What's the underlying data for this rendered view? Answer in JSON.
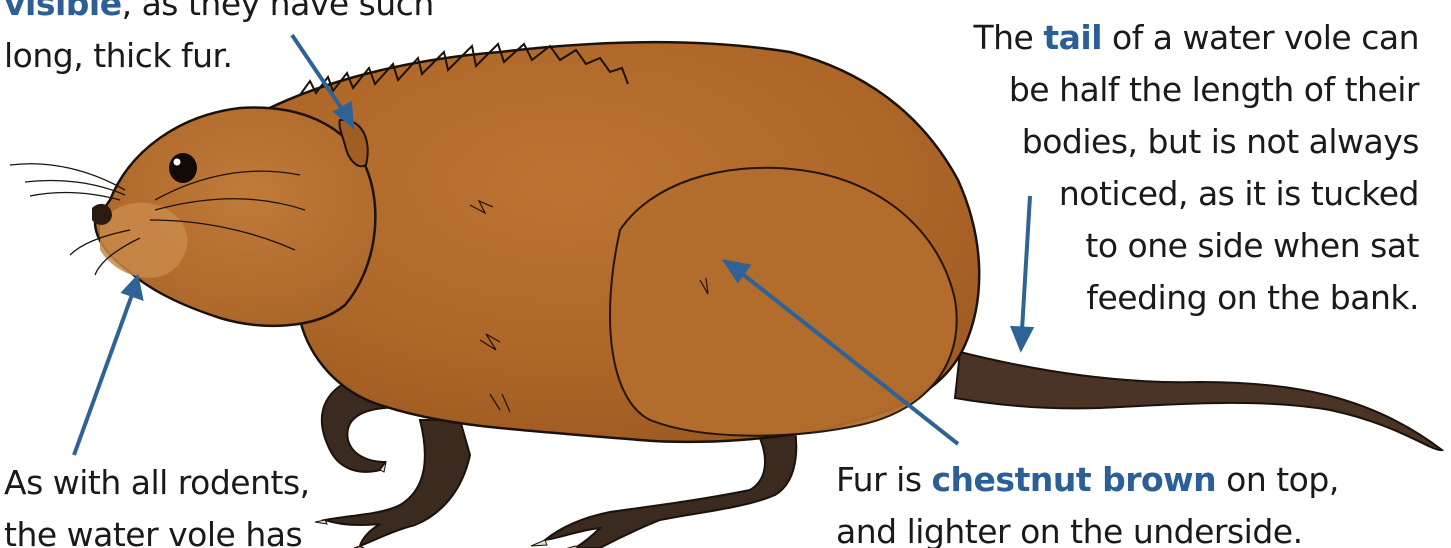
{
  "captions": {
    "ears": {
      "keyword": "visible",
      "line1_after": ", as they have such",
      "line2": "long, thick fur."
    },
    "tail": {
      "line1_before": "The ",
      "keyword": "tail",
      "line1_after": " of a water vole can",
      "line2": "be half the length of their",
      "line3": "bodies, but is not always",
      "line4": "noticed, as it is tucked",
      "line5": "to one side when sat",
      "line6": "feeding on the bank."
    },
    "teeth": {
      "line1": "As with all rodents,",
      "line2": "the water vole has"
    },
    "fur": {
      "line1_before": "Fur is ",
      "keyword": "chestnut brown",
      "line1_after": " on top,",
      "line2": "and lighter on the underside."
    }
  },
  "colors": {
    "keyword": "#2c5f95",
    "arrow": "#2f6396",
    "fur_top": "#b0692a",
    "fur_light": "#c98a4a",
    "feet": "#3a2a20",
    "outline": "#1c120c"
  }
}
